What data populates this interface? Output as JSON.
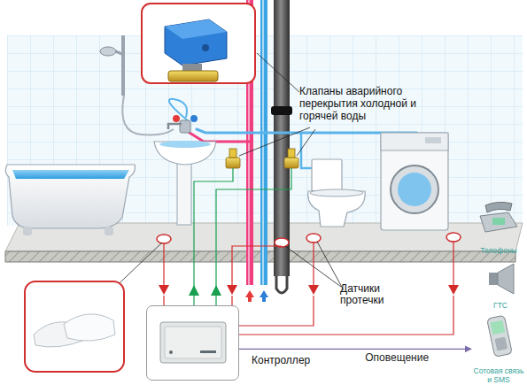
{
  "diagram": {
    "nodes": [
      {
        "text": [
          "Контроллер"
        ]
      },
      {
        "text": [
          "Телефоны"
        ]
      },
      {
        "text": [
          "ГТС"
        ]
      },
      {
        "text": [
          "Сотовая связь и SMS"
        ]
      }
    ],
    "edges": [
      {
        "from": 0,
        "to": 3,
        "arrow": "to",
        "label": "Оповещение"
      }
    ],
    "labels": [
      "Клапаны аварийного перекрытия холодной и горячей воды",
      "Датчики протечки"
    ]
  }
}
